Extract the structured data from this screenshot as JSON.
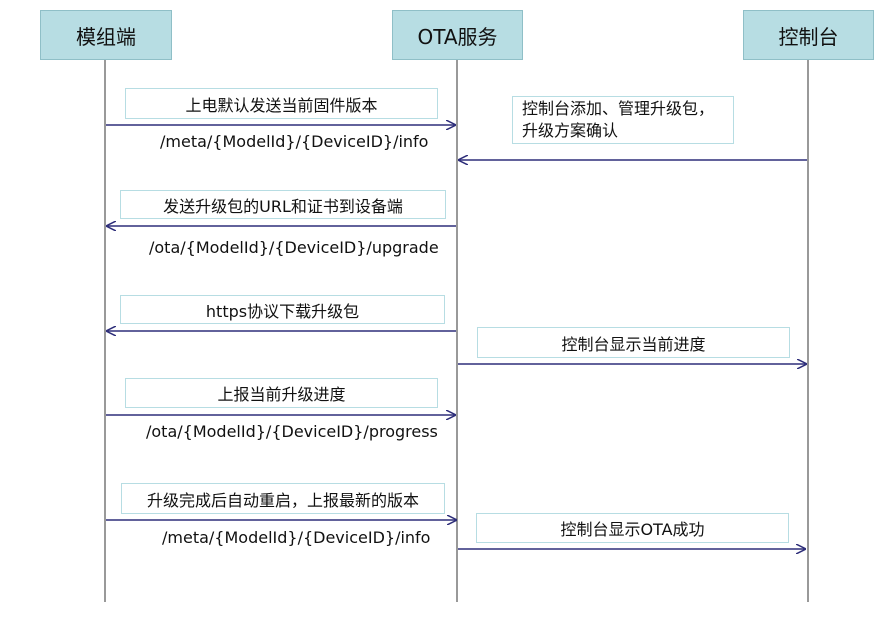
{
  "actors": {
    "module": "模组端",
    "ota": "OTA服务",
    "console": "控制台"
  },
  "messages": {
    "m1_label": "上电默认发送当前固件版本",
    "m1_path": "/meta/{ModelId}/{DeviceID}/info",
    "c1_line1": "控制台添加、管理升级包，",
    "c1_line2": "升级方案确认",
    "m2_label": "发送升级包的URL和证书到设备端",
    "m2_path": "/ota/{ModelId}/{DeviceID}/upgrade",
    "m3_label": "https协议下载升级包",
    "c2_label": "控制台显示当前进度",
    "m4_label": "上报当前升级进度",
    "m4_path": "/ota/{ModelId}/{DeviceID}/progress",
    "m5_label": "升级完成后自动重启，上报最新的版本",
    "m5_path": "/meta/{ModelId}/{DeviceID}/info",
    "c3_label": "控制台显示OTA成功"
  },
  "colors": {
    "actor_fill": "#b7dde3",
    "arrow": "#2e2e7a",
    "lifeline": "#333333"
  }
}
